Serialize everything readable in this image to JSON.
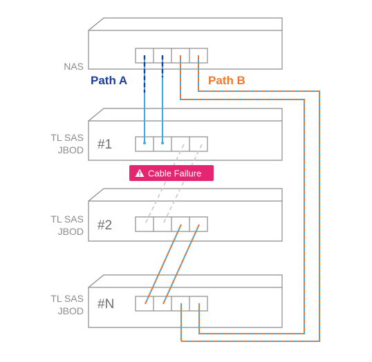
{
  "devices": {
    "nas": {
      "label": "NAS"
    },
    "jbod1": {
      "type_label_line1": "TL SAS",
      "type_label_line2": "JBOD",
      "number": "#1"
    },
    "jbod2": {
      "type_label_line1": "TL SAS",
      "type_label_line2": "JBOD",
      "number": "#2"
    },
    "jbodN": {
      "type_label_line1": "TL SAS",
      "type_label_line2": "JBOD",
      "number": "#N"
    }
  },
  "paths": {
    "path_a": {
      "label": "Path A",
      "color": "#1a3f9c"
    },
    "path_b": {
      "label": "Path B",
      "color": "#f0782a"
    }
  },
  "alert": {
    "label": "Cable Failure",
    "icon": "warning-icon",
    "color": "#e3266f"
  },
  "colors": {
    "cable_cyan": "#3fa9e0",
    "failed_cable": "#c8c8c8",
    "device_stroke": "#8a8a8a",
    "label_gray": "#8a8a8a",
    "number_gray": "#6e6e6e"
  }
}
